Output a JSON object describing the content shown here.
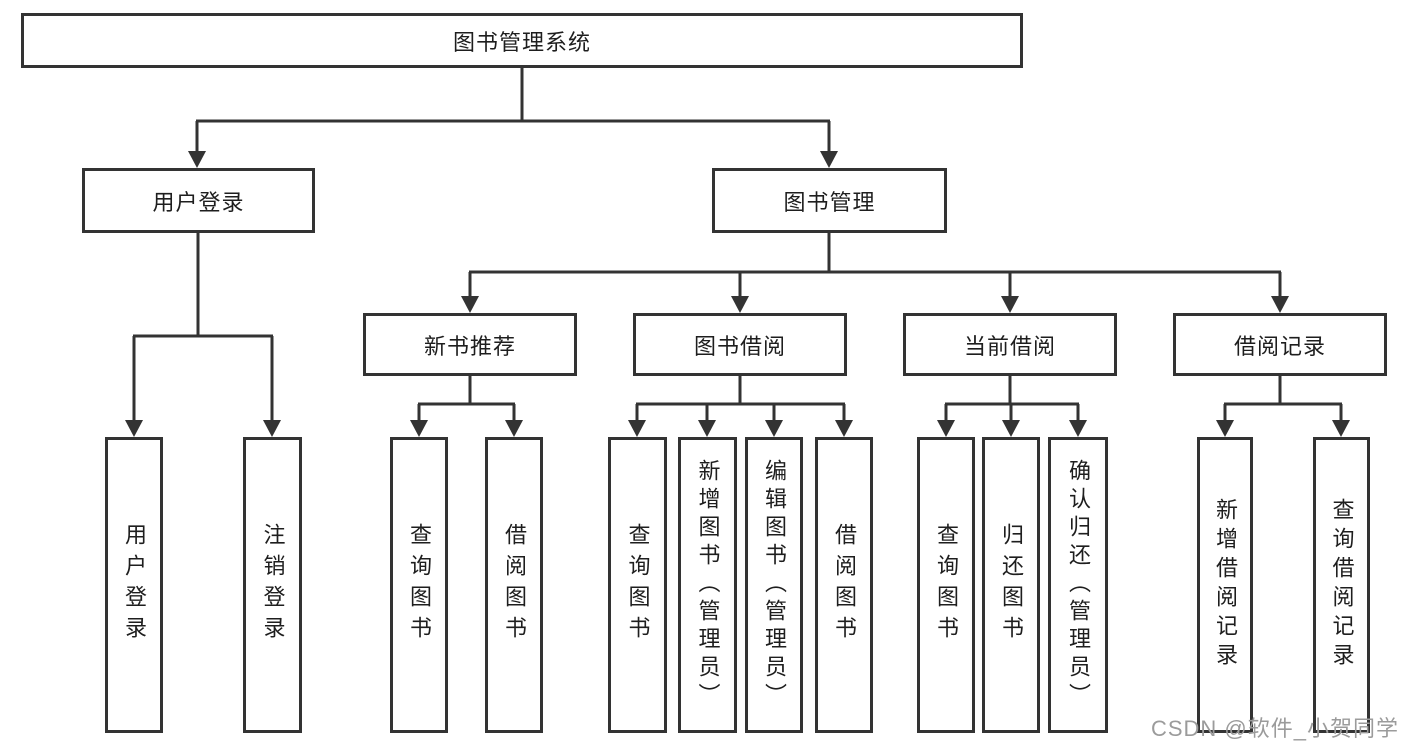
{
  "diagram": {
    "root": {
      "label": "图书管理系统"
    },
    "level2": [
      {
        "label": "用户登录"
      },
      {
        "label": "图书管理"
      }
    ],
    "level3": [
      {
        "label": "新书推荐"
      },
      {
        "label": "图书借阅"
      },
      {
        "label": "当前借阅"
      },
      {
        "label": "借阅记录"
      }
    ],
    "leaves": [
      {
        "label": "用户登录"
      },
      {
        "label": "注销登录"
      },
      {
        "label": "查询图书"
      },
      {
        "label": "借阅图书"
      },
      {
        "label": "查询图书"
      },
      {
        "label": "新增图书（管理员）"
      },
      {
        "label": "编辑图书（管理员）"
      },
      {
        "label": "借阅图书"
      },
      {
        "label": "查询图书"
      },
      {
        "label": "归还图书"
      },
      {
        "label": "确认归还（管理员）"
      },
      {
        "label": "新增借阅记录"
      },
      {
        "label": "查询借阅记录"
      }
    ],
    "colors": {
      "line": "#333333",
      "box_border": "#333333",
      "box_fill": "#ffffff",
      "text": "#1e1e1e",
      "background": "#ffffff",
      "watermark": "#9b9b9b"
    }
  },
  "watermark": {
    "text": "CSDN @软件_小贺同学"
  }
}
